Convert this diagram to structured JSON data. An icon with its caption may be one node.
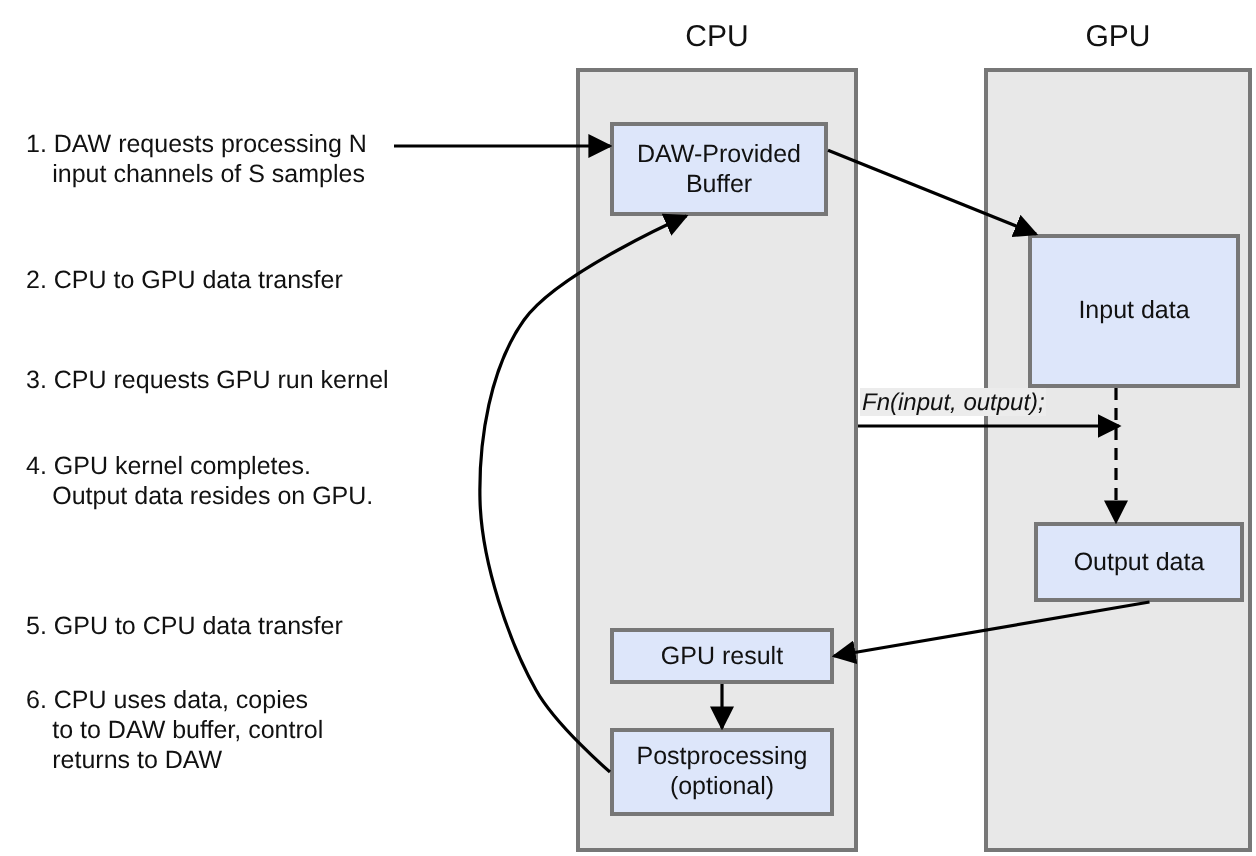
{
  "diagram": {
    "nodes": [
      {
        "text": [
          "CPU"
        ]
      },
      {
        "text": [
          "GPU"
        ]
      },
      {
        "text": [
          "DAW-Provided Buffer"
        ],
        "in": 0
      },
      {
        "text": [
          "GPU result"
        ],
        "in": 0
      },
      {
        "text": [
          "Postprocessing (optional)"
        ],
        "in": 0
      },
      {
        "text": [
          "Input data"
        ],
        "in": 1
      },
      {
        "text": [
          "Output data"
        ],
        "in": 1
      },
      {
        "text": [
          "1. DAW requests processing N input channels of S samples"
        ]
      }
    ],
    "edges": [
      {
        "from": 7,
        "to": 2,
        "arrow": "to"
      },
      {
        "from": 2,
        "to": 5,
        "arrow": "to"
      },
      {
        "from": 0,
        "to": 5,
        "arrow": "to",
        "label": "Fn(input, output);"
      },
      {
        "from": 5,
        "to": 6,
        "arrow": "to",
        "style": "dashed"
      },
      {
        "from": 6,
        "to": 3,
        "arrow": "to"
      },
      {
        "from": 3,
        "to": 4,
        "arrow": "to"
      },
      {
        "from": 4,
        "to": 2,
        "arrow": "to"
      }
    ],
    "labels": [
      "2. CPU to GPU data transfer",
      "3. CPU requests GPU run kernel",
      "4. GPU kernel completes. Output data resides on GPU.",
      "5. GPU to CPU data transfer",
      "6. CPU uses data, copies to to DAW buffer, control returns to DAW"
    ]
  }
}
